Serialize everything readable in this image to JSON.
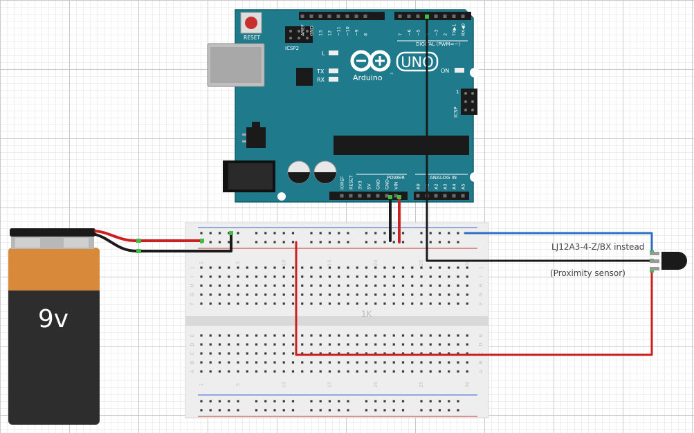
{
  "arduino": {
    "brand": "Arduino",
    "logo_tm": "™",
    "model": "UNO",
    "reset_label": "RESET",
    "icsp2_label": "ICSP2",
    "icsp_label": "ICSP",
    "icsp_pin1": "1",
    "led_l": "L",
    "led_tx": "TX",
    "led_rx": "RX",
    "led_on": "ON",
    "digital_label": "DIGITAL (PWM=~)",
    "power_label": "POWER",
    "analog_label": "ANALOG IN",
    "digital_pins": [
      "AREF",
      "GND",
      "13",
      "12",
      "~11",
      "~10",
      "~9",
      "8",
      "7",
      "~6",
      "~5",
      "4",
      "~3",
      "2",
      "TX▶1",
      "RX◀0"
    ],
    "power_pins": [
      "IOREF",
      "RESET",
      "3V3",
      "5V",
      "GND",
      "GND",
      "VIN"
    ],
    "analog_pins": [
      "A0",
      "A1",
      "A2",
      "A3",
      "A4",
      "A5"
    ]
  },
  "battery": {
    "label": "9v"
  },
  "breadboard": {
    "col_numbers": [
      "1",
      "5",
      "10",
      "15",
      "20",
      "25",
      "30"
    ],
    "rows_top": [
      "J",
      "I",
      "H",
      "G",
      "F"
    ],
    "rows_bottom": [
      "E",
      "D",
      "C",
      "B",
      "A"
    ],
    "resistor_label": "1K"
  },
  "sensor": {
    "part_label": "LJ12A3-4-Z/BX instead",
    "caption": "(Proximity sensor)"
  },
  "colors": {
    "board": "#1f7a8c",
    "wire_red": "#cc1f1f",
    "wire_black": "#1a1a1a",
    "wire_blue": "#2a6fc4",
    "battery_orange": "#d9893a",
    "battery_body": "#2d2d2d"
  }
}
